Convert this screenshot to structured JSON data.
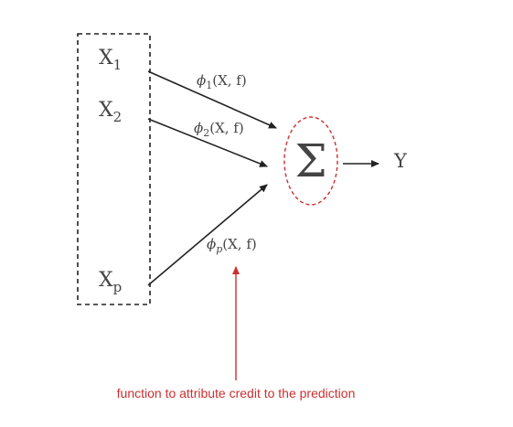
{
  "diagram": {
    "inputs": [
      {
        "name": "X",
        "subscript": "1"
      },
      {
        "name": "X",
        "subscript": "2"
      },
      {
        "name": "X",
        "subscript": "p"
      }
    ],
    "edges": [
      {
        "symbol": "ϕ",
        "subscript": "1",
        "args": "(X, f)"
      },
      {
        "symbol": "ϕ",
        "subscript": "2",
        "args": "(X, f)"
      },
      {
        "symbol": "ϕ",
        "subscript": "p",
        "args": "(X, f)"
      }
    ],
    "sum_symbol": "Σ",
    "output": "Y",
    "annotation": "function to attribute credit to the prediction",
    "colors": {
      "ink": "#222222",
      "accent": "#cc2f2f",
      "text": "#444444"
    }
  }
}
